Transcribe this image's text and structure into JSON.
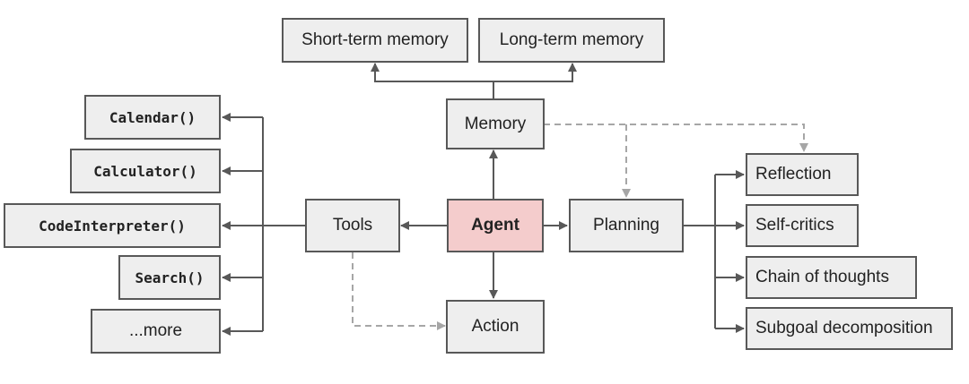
{
  "colors": {
    "box_fill": "#eeeeee",
    "box_border": "#585858",
    "agent_fill": "#f4cccc",
    "arrow": "#585858",
    "dashed_arrow": "#a6a6a6",
    "text": "#222222"
  },
  "nodes": {
    "short_term_memory": "Short-term memory",
    "long_term_memory": "Long-term memory",
    "memory": "Memory",
    "agent": "Agent",
    "tools": "Tools",
    "planning": "Planning",
    "action": "Action",
    "calendar": "Calendar()",
    "calculator": "Calculator()",
    "code_interpreter": "CodeInterpreter()",
    "search": "Search()",
    "more": "...more",
    "reflection": "Reflection",
    "self_critics": "Self-critics",
    "chain_of_thoughts": "Chain of thoughts",
    "subgoal_decomposition": "Subgoal decomposition"
  },
  "edges": [
    {
      "from": "agent",
      "to": "memory",
      "style": "solid"
    },
    {
      "from": "agent",
      "to": "tools",
      "style": "solid"
    },
    {
      "from": "agent",
      "to": "planning",
      "style": "solid"
    },
    {
      "from": "agent",
      "to": "action",
      "style": "solid"
    },
    {
      "from": "memory",
      "to": "short_term_memory",
      "style": "solid"
    },
    {
      "from": "memory",
      "to": "long_term_memory",
      "style": "solid"
    },
    {
      "from": "tools",
      "to": "calendar",
      "style": "solid"
    },
    {
      "from": "tools",
      "to": "calculator",
      "style": "solid"
    },
    {
      "from": "tools",
      "to": "code_interpreter",
      "style": "solid"
    },
    {
      "from": "tools",
      "to": "search",
      "style": "solid"
    },
    {
      "from": "tools",
      "to": "more",
      "style": "solid"
    },
    {
      "from": "planning",
      "to": "reflection",
      "style": "solid"
    },
    {
      "from": "planning",
      "to": "self_critics",
      "style": "solid"
    },
    {
      "from": "planning",
      "to": "chain_of_thoughts",
      "style": "solid"
    },
    {
      "from": "planning",
      "to": "subgoal_decomposition",
      "style": "solid"
    },
    {
      "from": "memory",
      "to": "planning",
      "style": "dashed"
    },
    {
      "from": "memory",
      "to": "reflection",
      "style": "dashed"
    },
    {
      "from": "tools",
      "to": "action",
      "style": "dashed"
    }
  ]
}
